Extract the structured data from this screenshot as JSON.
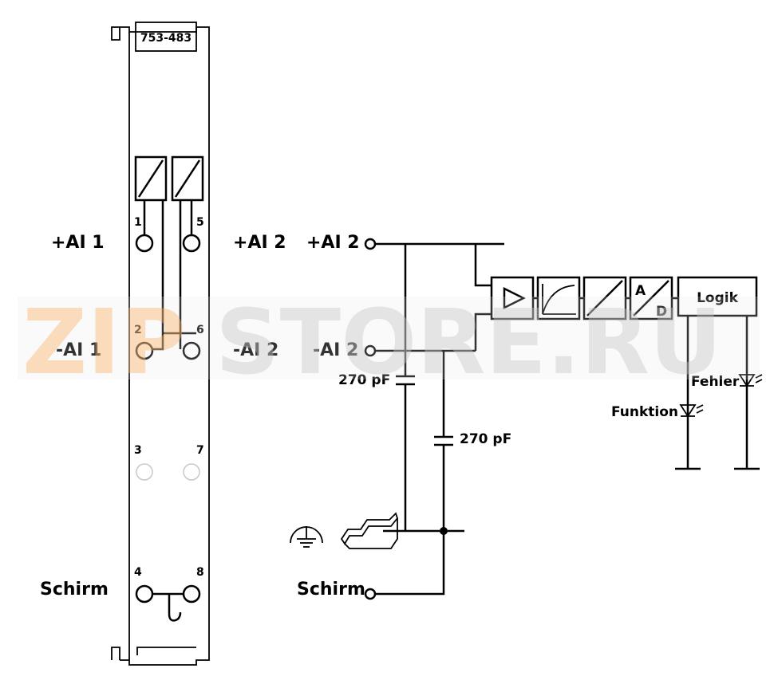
{
  "module": {
    "model": "753-483"
  },
  "terminals": {
    "t1": "1",
    "t2": "2",
    "t3": "3",
    "t4": "4",
    "t5": "5",
    "t6": "6",
    "t7": "7",
    "t8": "8"
  },
  "labels": {
    "plus_ai1": "+AI 1",
    "minus_ai1": "-AI 1",
    "plus_ai2_left": "+AI 2",
    "minus_ai2_left": "-AI 2",
    "plus_ai2_right": "+AI 2",
    "minus_ai2_right": "-AI 2",
    "schirm_left": "Schirm",
    "schirm_right": "Schirm",
    "cap1": "270 pF",
    "cap2": "270 pF",
    "logik": "Logik",
    "ad_a": "A",
    "ad_d": "D",
    "fehler": "Fehler",
    "funktion": "Funktion"
  },
  "watermark": {
    "part1": "ZIP",
    "part2": "STORE.RU"
  },
  "colors": {
    "watermark_orange": "#f6bf86",
    "watermark_grey": "#cfcfcf"
  }
}
